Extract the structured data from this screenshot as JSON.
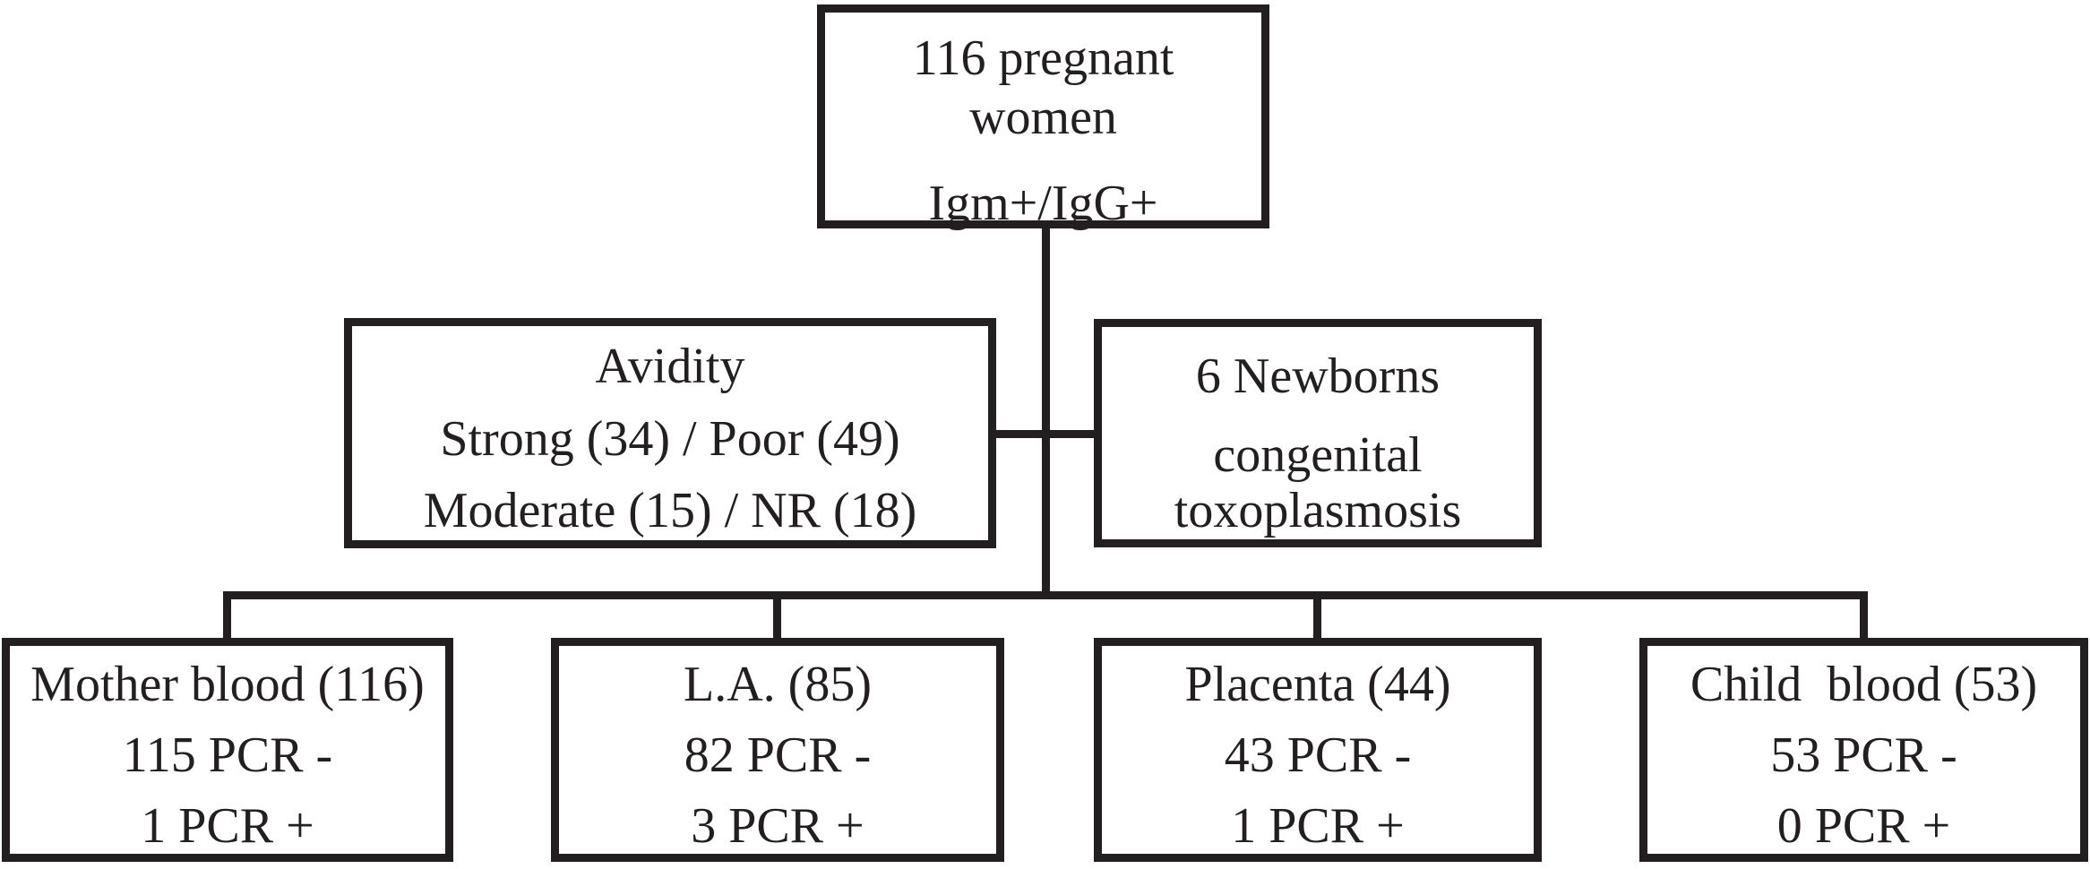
{
  "colors": {
    "ink": "#231f20",
    "background": "#ffffff"
  },
  "boxes": {
    "root": {
      "line1": "116 pregnant",
      "line2": "women",
      "serology": "Igm+/IgG+"
    },
    "avidity": {
      "title": "Avidity",
      "line2": "Strong (34) / Poor (49)",
      "line3": "Moderate (15) / NR (18)"
    },
    "newborns": {
      "line1": "6 Newborns",
      "line2": "congenital",
      "line3": "toxoplasmosis"
    },
    "samples": [
      {
        "title": "Mother blood (116)",
        "pcr_negative": "115 PCR -",
        "pcr_positive": "1 PCR +"
      },
      {
        "title": "L.A. (85)",
        "pcr_negative": "82 PCR -",
        "pcr_positive": "3 PCR +"
      },
      {
        "title": "Placenta (44)",
        "pcr_negative": "43 PCR -",
        "pcr_positive": "1 PCR +"
      },
      {
        "title": "Child  blood (53)",
        "pcr_negative": "53 PCR -",
        "pcr_positive": "0 PCR +"
      }
    ]
  }
}
